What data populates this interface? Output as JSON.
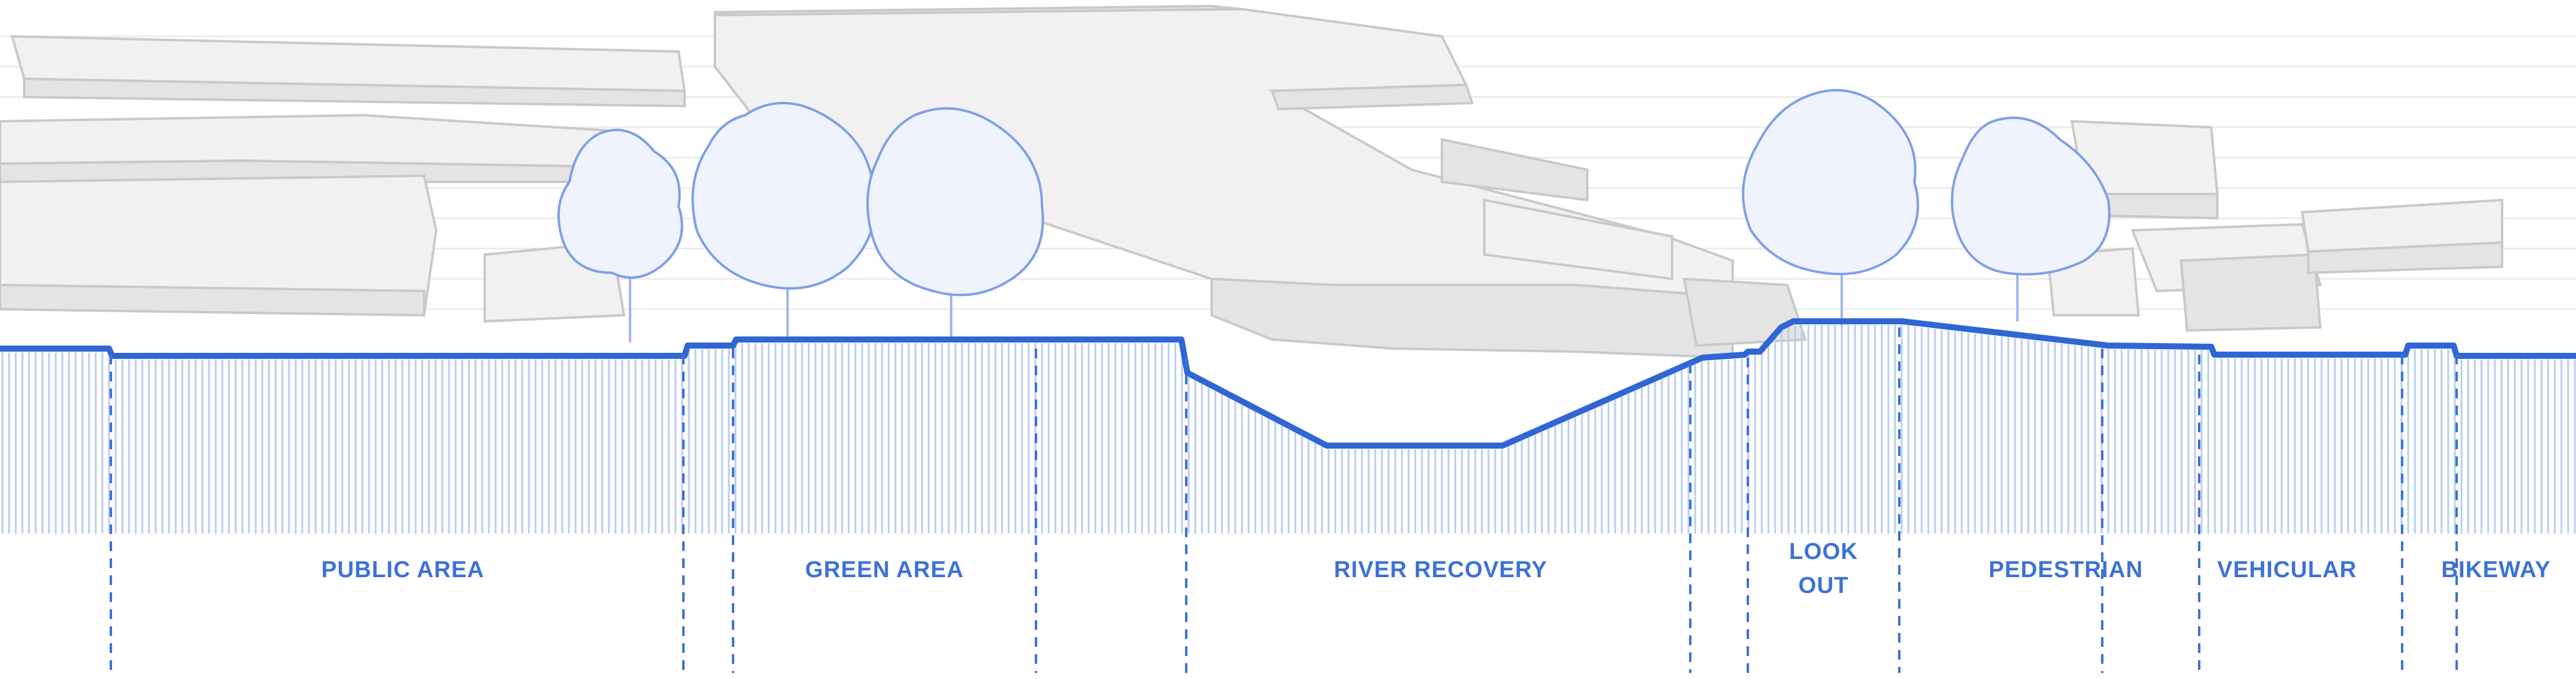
{
  "diagram": {
    "zones": [
      {
        "id": "public-area",
        "label": "PUBLIC AREA"
      },
      {
        "id": "green-area",
        "label": "GREEN AREA"
      },
      {
        "id": "river-recovery",
        "label": "RIVER RECOVERY"
      },
      {
        "id": "look-out",
        "label": "LOOK OUT",
        "lines": [
          "LOOK",
          "OUT"
        ]
      },
      {
        "id": "pedestrian",
        "label": "PEDESTRIAN"
      },
      {
        "id": "vehicular",
        "label": "VEHICULAR"
      },
      {
        "id": "bikeway",
        "label": "BIKEWAY"
      }
    ],
    "colors": {
      "accent": "#2f66d4",
      "label": "#3d72d6",
      "hatch": "#b9cdf0",
      "tree_fill": "#eef3fd",
      "tree_stroke": "#7f9fe6",
      "building_fill": "#f1f1f1",
      "building_stroke": "#c9c9c9"
    },
    "icons": [
      "tree-icon",
      "building-icon"
    ]
  }
}
